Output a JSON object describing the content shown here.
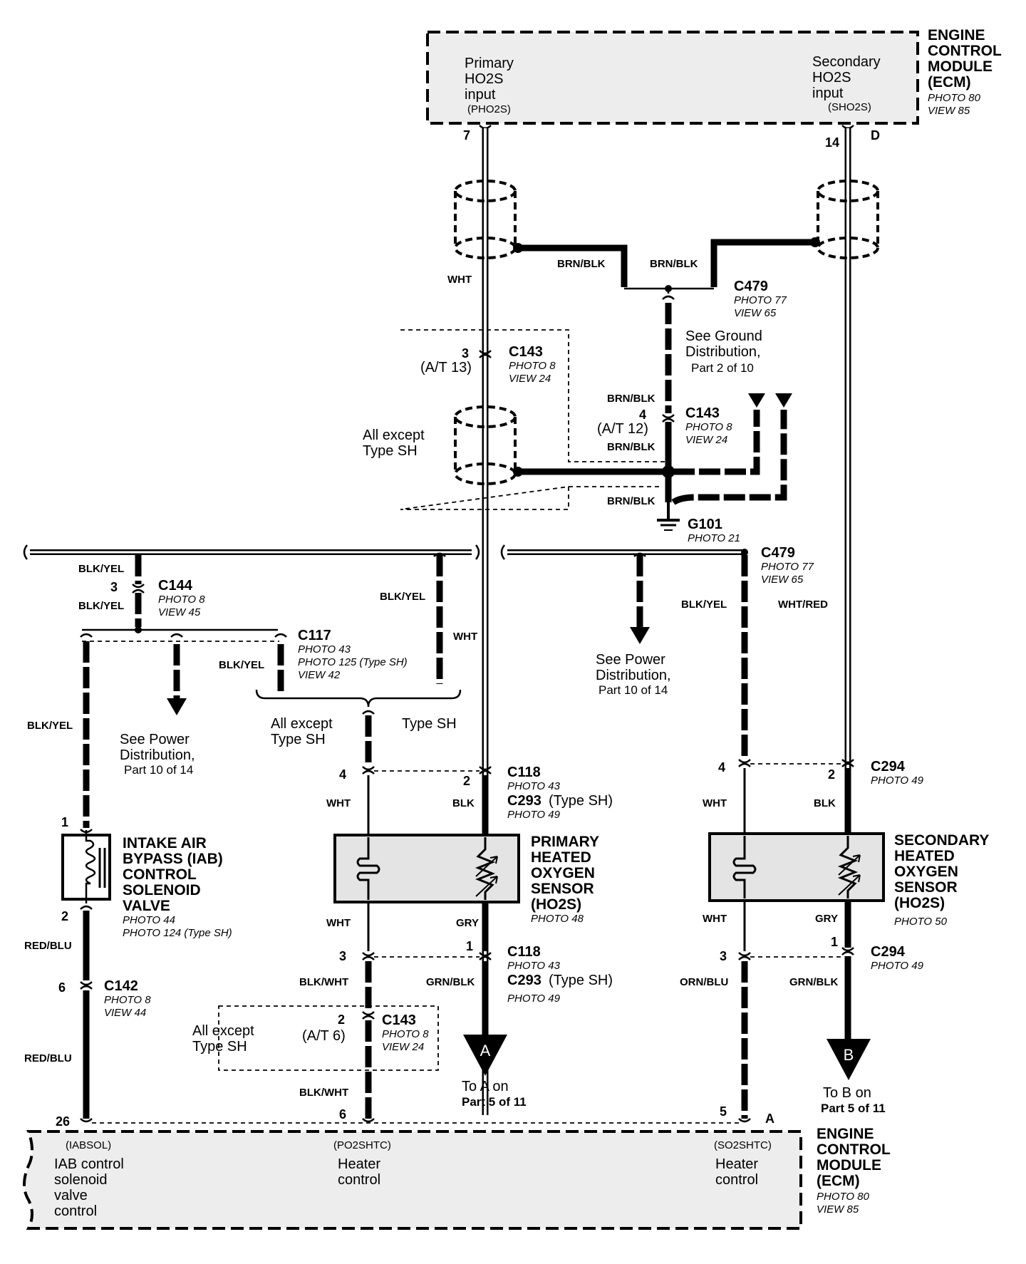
{
  "ecm_top": {
    "title_lines": [
      "ENGINE",
      "CONTROL",
      "MODULE",
      "(ECM)"
    ],
    "photo": "PHOTO 80",
    "view": "VIEW 85",
    "primary_lines": [
      "Primary",
      "HO2S",
      "input"
    ],
    "primary_code": "(PHO2S)",
    "secondary_lines": [
      "Secondary",
      "HO2S",
      "input"
    ],
    "secondary_code": "(SHO2S)",
    "pin_primary": "7",
    "pin_secondary": "14",
    "connector": "D"
  },
  "wires": {
    "wht": "WHT",
    "brn_blk": "BRN/BLK",
    "blk_yel": "BLK/YEL",
    "wht_red": "WHT/RED",
    "blk": "BLK",
    "gry": "GRY",
    "red_blu": "RED/BLU",
    "blk_wht": "BLK/WHT",
    "grn_blk": "GRN/BLK",
    "orn_blu": "ORN/BLU"
  },
  "connectors": {
    "c479_top": {
      "name": "C479",
      "photo": "PHOTO 77",
      "view": "VIEW 65"
    },
    "c479_mid": {
      "name": "C479",
      "photo": "PHOTO 77",
      "view": "VIEW 65"
    },
    "c143_a": {
      "name": "C143",
      "photo": "PHOTO 8",
      "view": "VIEW 24",
      "pin": "3",
      "pin_at": "(A/T 13)"
    },
    "c143_b": {
      "name": "C143",
      "photo": "PHOTO 8",
      "view": "VIEW 24",
      "pin": "4",
      "pin_at": "(A/T 12)"
    },
    "c143_c": {
      "name": "C143",
      "photo": "PHOTO 8",
      "view": "VIEW 24",
      "pin": "2",
      "pin_at": "(A/T 6)"
    },
    "g101": {
      "name": "G101",
      "photo": "PHOTO 21"
    },
    "c144": {
      "name": "C144",
      "photo": "PHOTO 8",
      "view": "VIEW 45",
      "pin": "3"
    },
    "c117": {
      "name": "C117",
      "photo": "PHOTO 43",
      "photo2": "PHOTO 125 (Type SH)",
      "view": "VIEW 42"
    },
    "c118_top": {
      "name": "C118",
      "photo": "PHOTO 43",
      "pin_left": "4",
      "pin_right": "2"
    },
    "c293_top": {
      "name": "C293",
      "suffix": "(Type SH)",
      "photo": "PHOTO 49"
    },
    "c118_bot": {
      "name": "C118",
      "photo": "PHOTO 43",
      "pin_left": "3",
      "pin_right": "1"
    },
    "c293_bot": {
      "name": "C293",
      "suffix": "(Type SH)",
      "photo": "PHOTO 49"
    },
    "c294_top": {
      "name": "C294",
      "photo": "PHOTO 49",
      "pin_left": "4",
      "pin_right": "2"
    },
    "c294_bot": {
      "name": "C294",
      "photo": "PHOTO 49",
      "pin_left": "3",
      "pin_right": "1"
    },
    "c142": {
      "name": "C142",
      "photo": "PHOTO 8",
      "view": "VIEW 44",
      "pin": "6"
    }
  },
  "notes": {
    "ground_dist": [
      "See Ground",
      "Distribution,",
      "Part 2 of 10"
    ],
    "power_dist_left": [
      "See Power",
      "Distribution,",
      "Part 10 of 14"
    ],
    "power_dist_right": [
      "See Power",
      "Distribution,",
      "Part 10 of 14"
    ],
    "all_except_1": [
      "All except",
      "Type SH"
    ],
    "all_except_2": [
      "All except",
      "Type SH"
    ],
    "all_except_3": [
      "All except",
      "Type SH"
    ],
    "type_sh": "Type SH"
  },
  "components": {
    "iab": {
      "lines": [
        "INTAKE AIR",
        "BYPASS (IAB)",
        "CONTROL",
        "SOLENOID",
        "VALVE"
      ],
      "photo": "PHOTO 44",
      "photo2": "PHOTO 124 (Type SH)",
      "pin_top": "1",
      "pin_bot": "2"
    },
    "pho2s": {
      "lines": [
        "PRIMARY",
        "HEATED",
        "OXYGEN",
        "SENSOR",
        "(HO2S)"
      ],
      "photo": "PHOTO 48"
    },
    "sho2s": {
      "lines": [
        "SECONDARY",
        "HEATED",
        "OXYGEN",
        "SENSOR",
        "(HO2S)"
      ],
      "photo": "PHOTO 50"
    }
  },
  "arrows": {
    "a": {
      "letter": "A",
      "lines": [
        "To A on",
        "Part 5 of 11"
      ]
    },
    "b": {
      "letter": "B",
      "lines": [
        "To B on",
        "Part 5 of 11"
      ]
    }
  },
  "ecm_bottom": {
    "title_lines": [
      "ENGINE",
      "CONTROL",
      "MODULE",
      "(ECM)"
    ],
    "photo": "PHOTO 80",
    "view": "VIEW 85",
    "iab_code": "(IABSOL)",
    "iab_lines": [
      "IAB control",
      "solenoid",
      "valve",
      "control"
    ],
    "po2_code": "(PO2SHTC)",
    "po2_lines": [
      "Heater",
      "control"
    ],
    "so2_code": "(SO2SHTC)",
    "so2_lines": [
      "Heater",
      "control"
    ],
    "pin_iab": "26",
    "pin_po2": "6",
    "pin_so2": "5",
    "connector": "A"
  }
}
